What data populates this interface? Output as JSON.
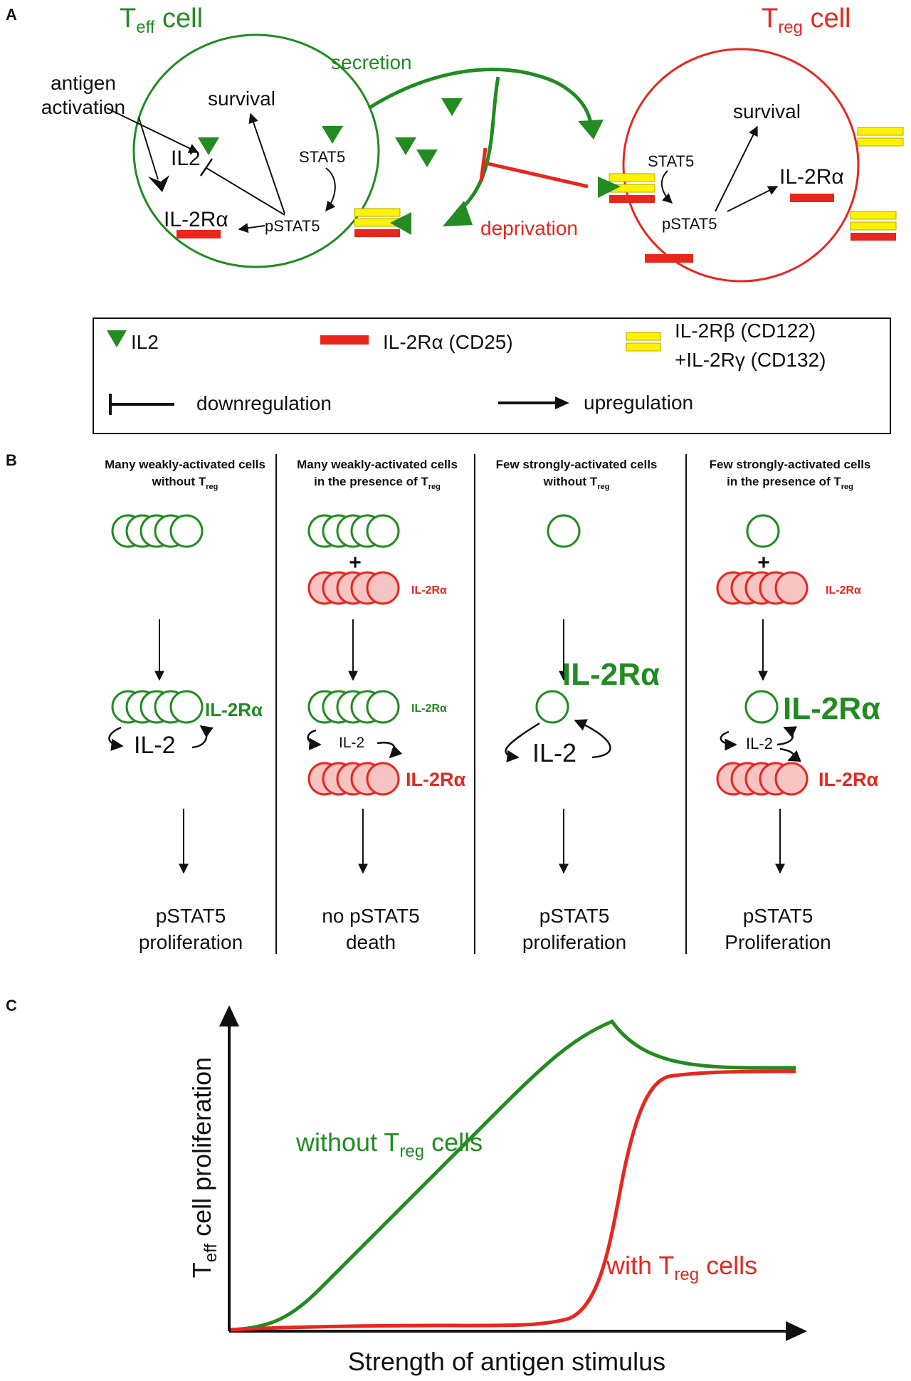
{
  "panel_a": {
    "letter": "A",
    "teff_title": {
      "main": "T",
      "sub": "eff",
      "suffix": " cell"
    },
    "treg_title": {
      "main": "T",
      "sub": "reg",
      "suffix": " cell"
    },
    "antigen_line1": "antigen",
    "antigen_line2": "activation",
    "teff_survival": "survival",
    "teff_il2": "IL2",
    "teff_stat5": "STAT5",
    "teff_pstat5": "pSTAT5",
    "teff_il2ra": "IL-2Rα",
    "secretion": "secretion",
    "deprivation": "deprivation",
    "treg_survival": "survival",
    "treg_stat5": "STAT5",
    "treg_pstat5": "pSTAT5",
    "treg_il2ra": "IL-2Rα",
    "legend": {
      "il2": "IL2",
      "il2ra": "IL-2Rα (CD25)",
      "beta": "IL-2Rβ (CD122)",
      "gamma": "+IL-2Rγ (CD132)",
      "down": "downregulation",
      "up": "upregulation"
    }
  },
  "panel_b": {
    "letter": "B",
    "columns": [
      {
        "head1": "Many weakly-activated cells",
        "head2_main": "without T",
        "head2_sub": "reg",
        "il2ra_label": "IL-2Rα",
        "il2_label": "IL-2",
        "out1": "pSTAT5",
        "out2": "proliferation"
      },
      {
        "head1": "Many weakly-activated cells",
        "head2_main": "in the presence of T",
        "head2_sub": "reg",
        "plus": "+",
        "treg_label": "IL-2Rα",
        "il2ra_label": "IL-2Rα",
        "il2_label": "IL-2",
        "treg_label2": "IL-2Rα",
        "out1": "no pSTAT5",
        "out2": "death"
      },
      {
        "head1": "Few strongly-activated cells",
        "head2_main": "without T",
        "head2_sub": "reg",
        "il2ra_label": "IL-2Rα",
        "il2_label": "IL-2",
        "out1": "pSTAT5",
        "out2": "proliferation"
      },
      {
        "head1": "Few strongly-activated cells",
        "head2_main": "in the presence of T",
        "head2_sub": "reg",
        "plus": "+",
        "treg_label": "IL-2Rα",
        "il2ra_label": "IL-2Rα",
        "il2_label": "IL-2",
        "treg_label2": "IL-2Rα",
        "out1": "pSTAT5",
        "out2": "Proliferation"
      }
    ]
  },
  "panel_c": {
    "letter": "C",
    "y_label": {
      "main1": "T",
      "sub": "eff",
      "main2": " cell proliferation"
    },
    "x_label": "Strength of antigen stimulus",
    "without": {
      "main": "without T",
      "sub": "reg",
      "suffix": " cells",
      "color": "#228B22"
    },
    "with": {
      "main": "with T",
      "sub": "reg",
      "suffix": " cells",
      "color": "#E8261E"
    }
  },
  "colors": {
    "green": "#228B22",
    "red": "#E8261E",
    "yellow": "#FFF200",
    "pink": "#F7C4C4"
  }
}
